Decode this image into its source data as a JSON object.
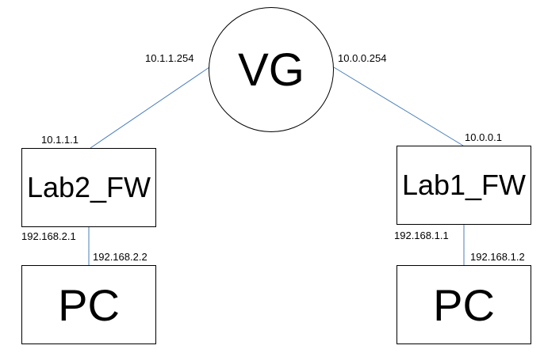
{
  "nodes": {
    "vg": {
      "label": "VG"
    },
    "lab2_fw": {
      "label": "Lab2_FW"
    },
    "lab1_fw": {
      "label": "Lab1_FW"
    },
    "pc_left": {
      "label": "PC"
    },
    "pc_right": {
      "label": "PC"
    }
  },
  "addresses": {
    "vg_left": "10.1.1.254",
    "vg_right": "10.0.0.254",
    "lab2_fw_outside": "10.1.1.1",
    "lab1_fw_outside": "10.0.0.1",
    "lab2_fw_inside": "192.168.2.1",
    "pc_left": "192.168.2.2",
    "lab1_fw_inside": "192.168.1.1",
    "pc_right": "192.168.1.2"
  },
  "colors": {
    "link": "#4a7ebb",
    "border": "#000000"
  }
}
